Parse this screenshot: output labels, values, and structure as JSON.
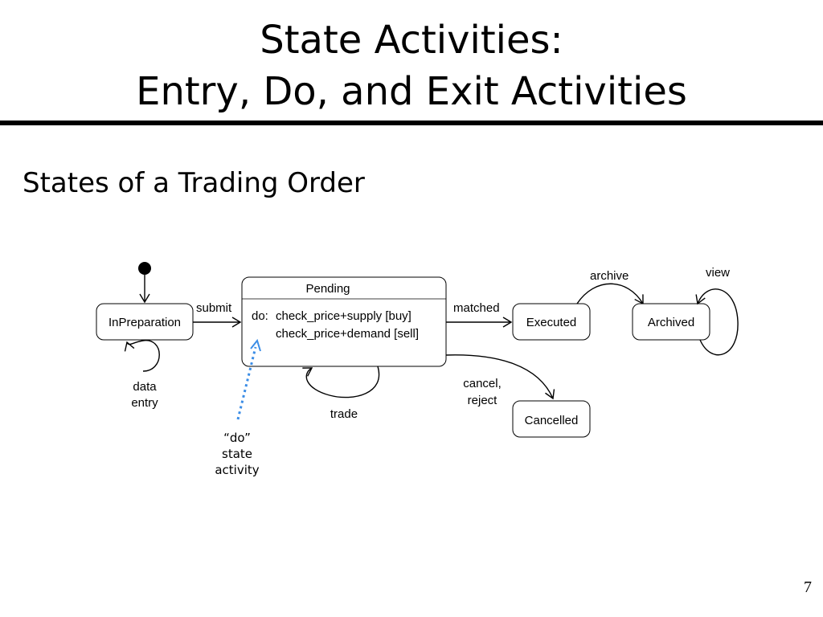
{
  "slide": {
    "title_line1": "State Activities:",
    "title_line2": "Entry, Do, and Exit Activities",
    "subtitle": "States of a Trading Order",
    "page_number": "7"
  },
  "states": {
    "in_preparation": "InPreparation",
    "pending_name": "Pending",
    "pending_do_prefix": "do:",
    "pending_do_line1": "check_price+supply [buy]",
    "pending_do_line2": "check_price+demand [sell]",
    "executed": "Executed",
    "archived": "Archived",
    "cancelled": "Cancelled"
  },
  "transitions": {
    "submit": "submit",
    "matched": "matched",
    "archive": "archive",
    "view": "view",
    "trade": "trade",
    "cancel_line1": "cancel,",
    "cancel_line2": "reject",
    "data_entry_line1": "data",
    "data_entry_line2": "entry"
  },
  "annotation": {
    "line1": "“do”",
    "line2": "state",
    "line3": "activity",
    "arrow_color": "#3b8de6"
  }
}
